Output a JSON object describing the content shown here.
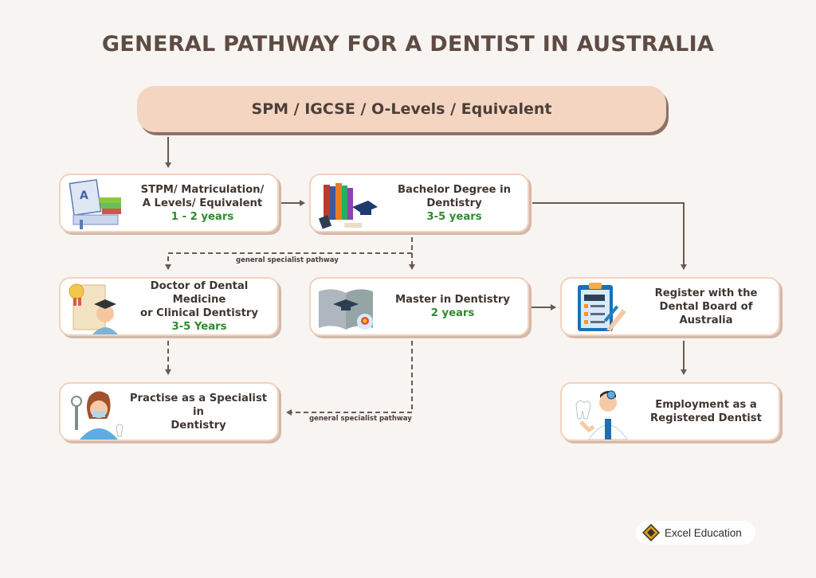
{
  "title": "GENERAL PATHWAY FOR A DENTIST IN AUSTRALIA",
  "start": "SPM / IGCSE / O-Levels / Equivalent",
  "nodes": {
    "stpm": {
      "line1": "STPM/ Matriculation/",
      "line2": "A Levels/ Equivalent",
      "duration": "1 - 2 years"
    },
    "bachelor": {
      "line1": "Bachelor Degree in",
      "line2": "Dentistry",
      "duration": "3-5 years"
    },
    "doctor": {
      "line1": "Doctor of Dental Medicine",
      "line2": "or Clinical Dentistry",
      "duration": "3-5 Years"
    },
    "master": {
      "line1": "Master in Dentistry",
      "duration": "2 years"
    },
    "register": {
      "line1": "Register with the",
      "line2": "Dental Board of",
      "line3": "Australia"
    },
    "specialist": {
      "line1": "Practise as a Specialist in",
      "line2": "Dentistry"
    },
    "employment": {
      "line1": "Employment as a",
      "line2": "Registered Dentist"
    }
  },
  "labels": {
    "pathway_top": "general specialist pathway",
    "pathway_bottom": "general specialist pathway"
  },
  "brand": {
    "name": "Excel Education"
  },
  "colors": {
    "title": "#5e4c44",
    "arrow": "#6b5a52",
    "duration": "#2f8a2f",
    "card_border": "#f1d3bf",
    "top_bar": "#f3d5c2"
  }
}
